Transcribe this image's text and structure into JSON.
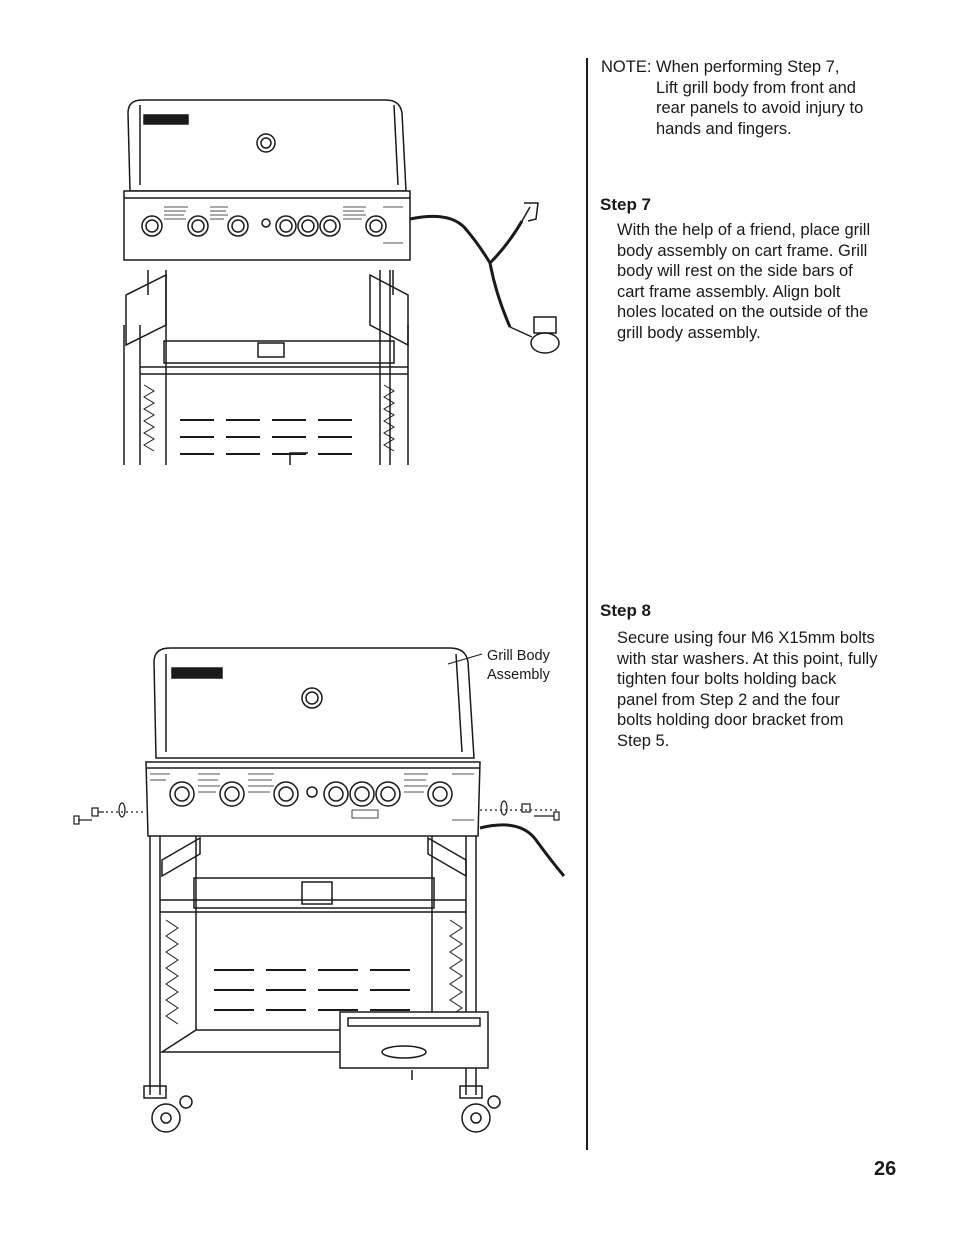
{
  "note": {
    "line1": "NOTE: When performing Step 7,",
    "line2": "Lift grill body from front and",
    "line3": "rear panels to avoid injury to",
    "line4": "hands and fingers."
  },
  "step7": {
    "title": "Step 7",
    "lines": [
      "With the help of a friend, place grill",
      "body assembly on cart frame. Grill",
      "body will rest on the side bars of",
      "cart frame assembly. Align bolt",
      "holes located on the outside of the",
      "grill body assembly."
    ]
  },
  "step8": {
    "title": "Step 8",
    "lines": [
      "Secure using four M6 X15mm bolts",
      "with star washers. At this point, fully",
      "tighten four bolts holding back",
      "panel from Step 2 and the four",
      "bolts holding door bracket from",
      "Step 5."
    ]
  },
  "figure2": {
    "callout_line1": "Grill Body",
    "callout_line2": "Assembly"
  },
  "page_number": "26"
}
